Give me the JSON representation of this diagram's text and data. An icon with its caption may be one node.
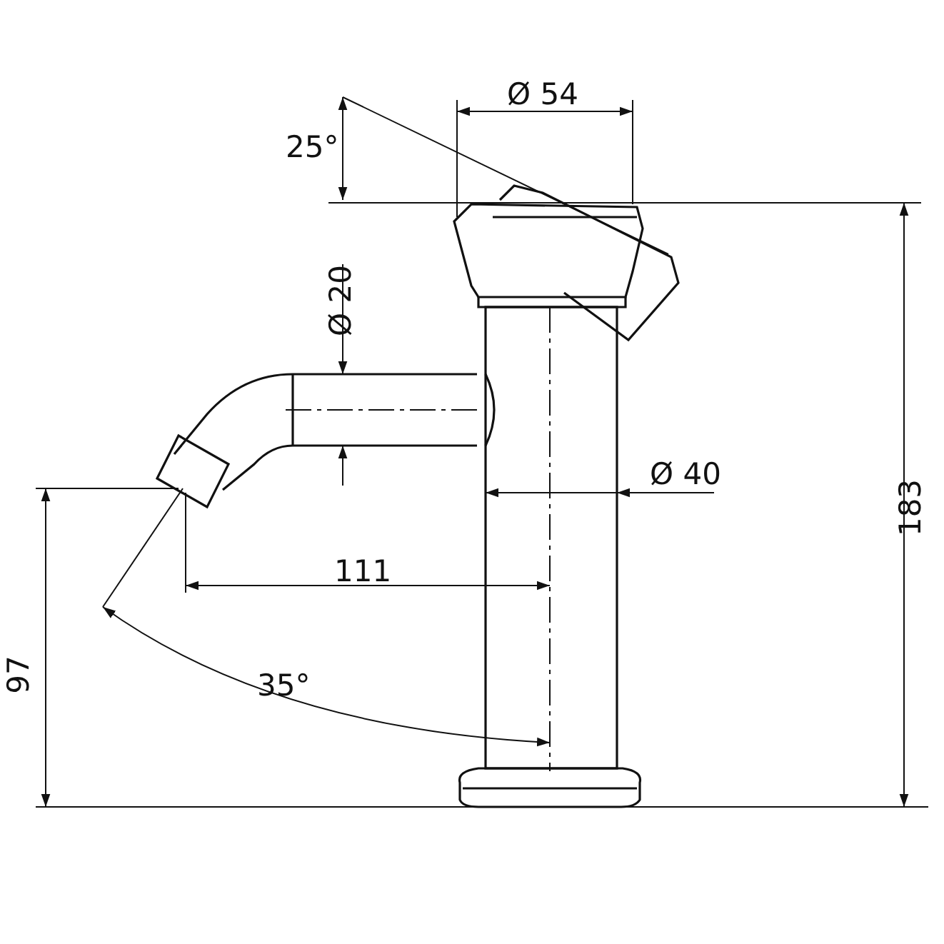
{
  "diagram": {
    "labels": [
      "Ø 54",
      "25°",
      "Ø 20",
      "Ø 40",
      "183",
      "111",
      "97",
      "35°"
    ]
  }
}
